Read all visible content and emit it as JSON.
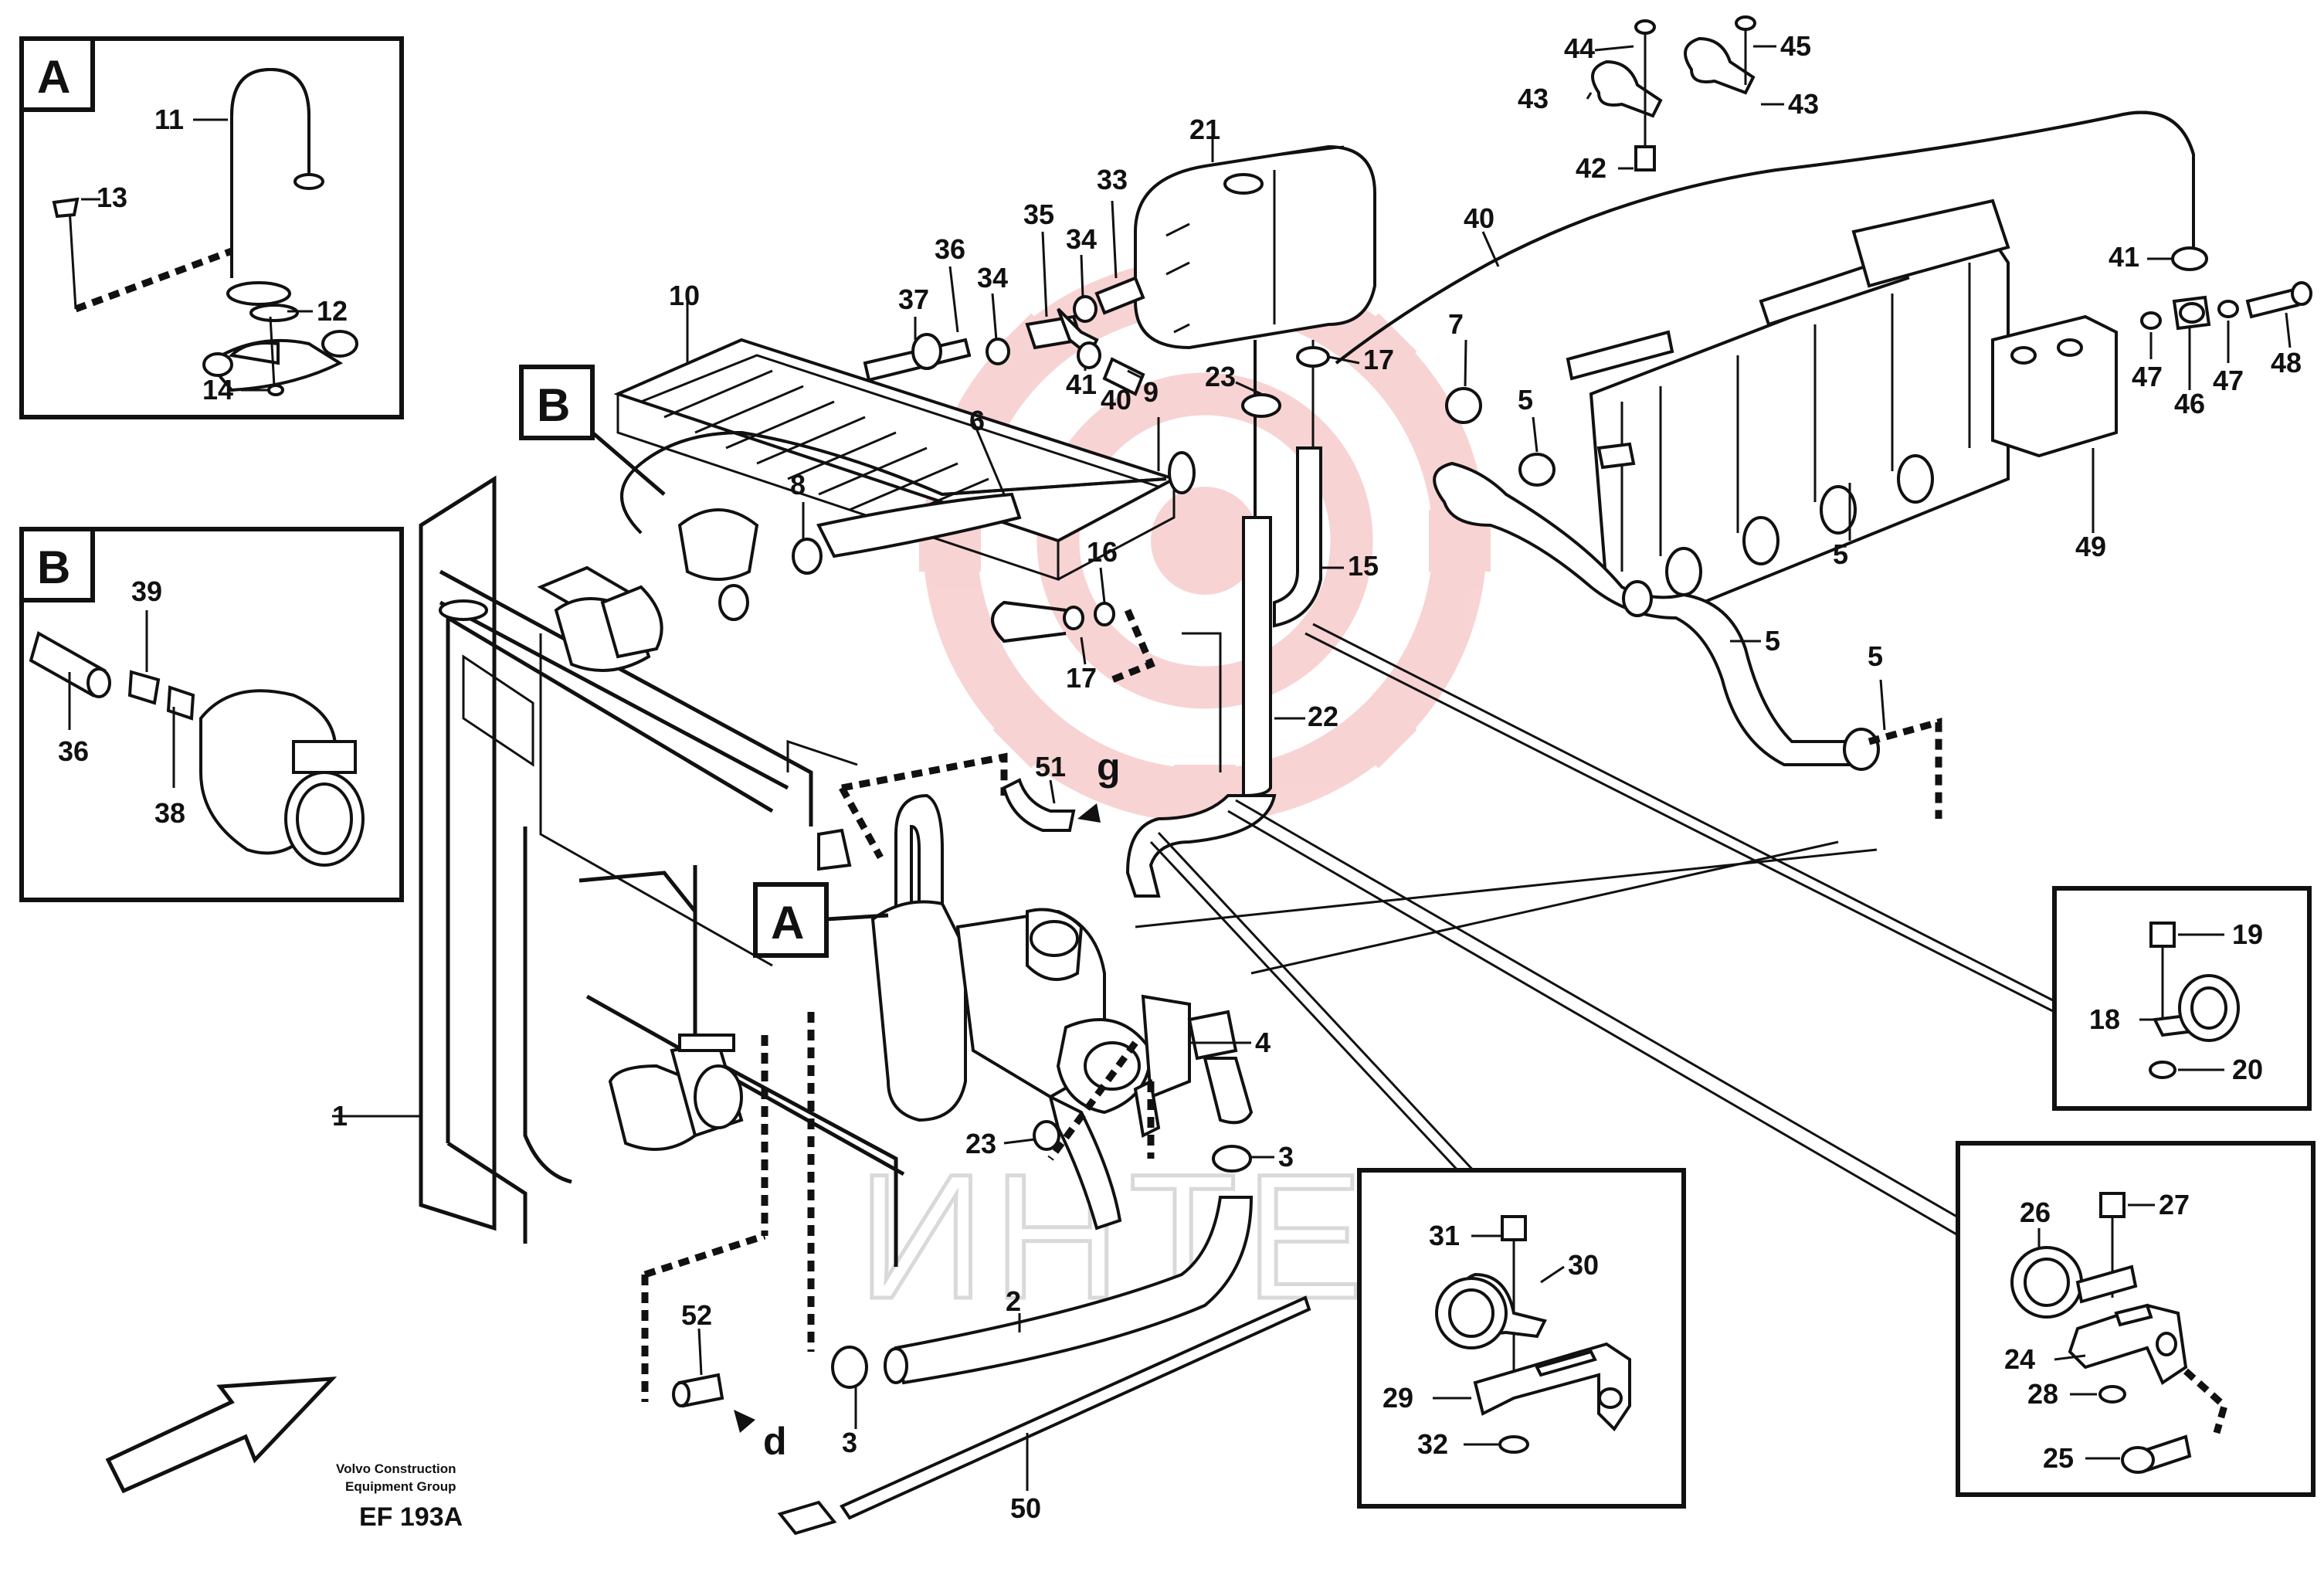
{
  "footer": {
    "company_line1": "Volvo Construction",
    "company_line2": "Equipment Group",
    "code": "EF 193A"
  },
  "watermark": {
    "text": "ИНТЕХ",
    "color": "#e23a3a"
  },
  "detail_labels": [
    "A",
    "B",
    "A",
    "B"
  ],
  "direction_letters": [
    "g",
    "d"
  ],
  "part_numbers": {
    "p1": "1",
    "p2": "2",
    "p3a": "3",
    "p3b": "3",
    "p4": "4",
    "p5a": "5",
    "p5b": "5",
    "p5c": "5",
    "p5d": "5",
    "p6": "6",
    "p7": "7",
    "p8": "8",
    "p9": "9",
    "p10": "10",
    "p11": "11",
    "p12": "12",
    "p13": "13",
    "p14": "14",
    "p15": "15",
    "p16": "16",
    "p17a": "17",
    "p17b": "17",
    "p18": "18",
    "p19": "19",
    "p20": "20",
    "p21": "21",
    "p22": "22",
    "p23a": "23",
    "p23b": "23",
    "p24": "24",
    "p25": "25",
    "p26": "26",
    "p27": "27",
    "p28": "28",
    "p29": "29",
    "p30": "30",
    "p31": "31",
    "p32": "32",
    "p33": "33",
    "p34a": "34",
    "p34b": "34",
    "p35": "35",
    "p36a": "36",
    "p36b": "36",
    "p37": "37",
    "p38": "38",
    "p39": "39",
    "p40a": "40",
    "p40b": "40",
    "p41a": "41",
    "p41b": "41",
    "p42": "42",
    "p43a": "43",
    "p43b": "43",
    "p44": "44",
    "p45": "45",
    "p46": "46",
    "p47a": "47",
    "p47b": "47",
    "p48": "48",
    "p49": "49",
    "p50": "50",
    "p51": "51",
    "p52": "52"
  }
}
